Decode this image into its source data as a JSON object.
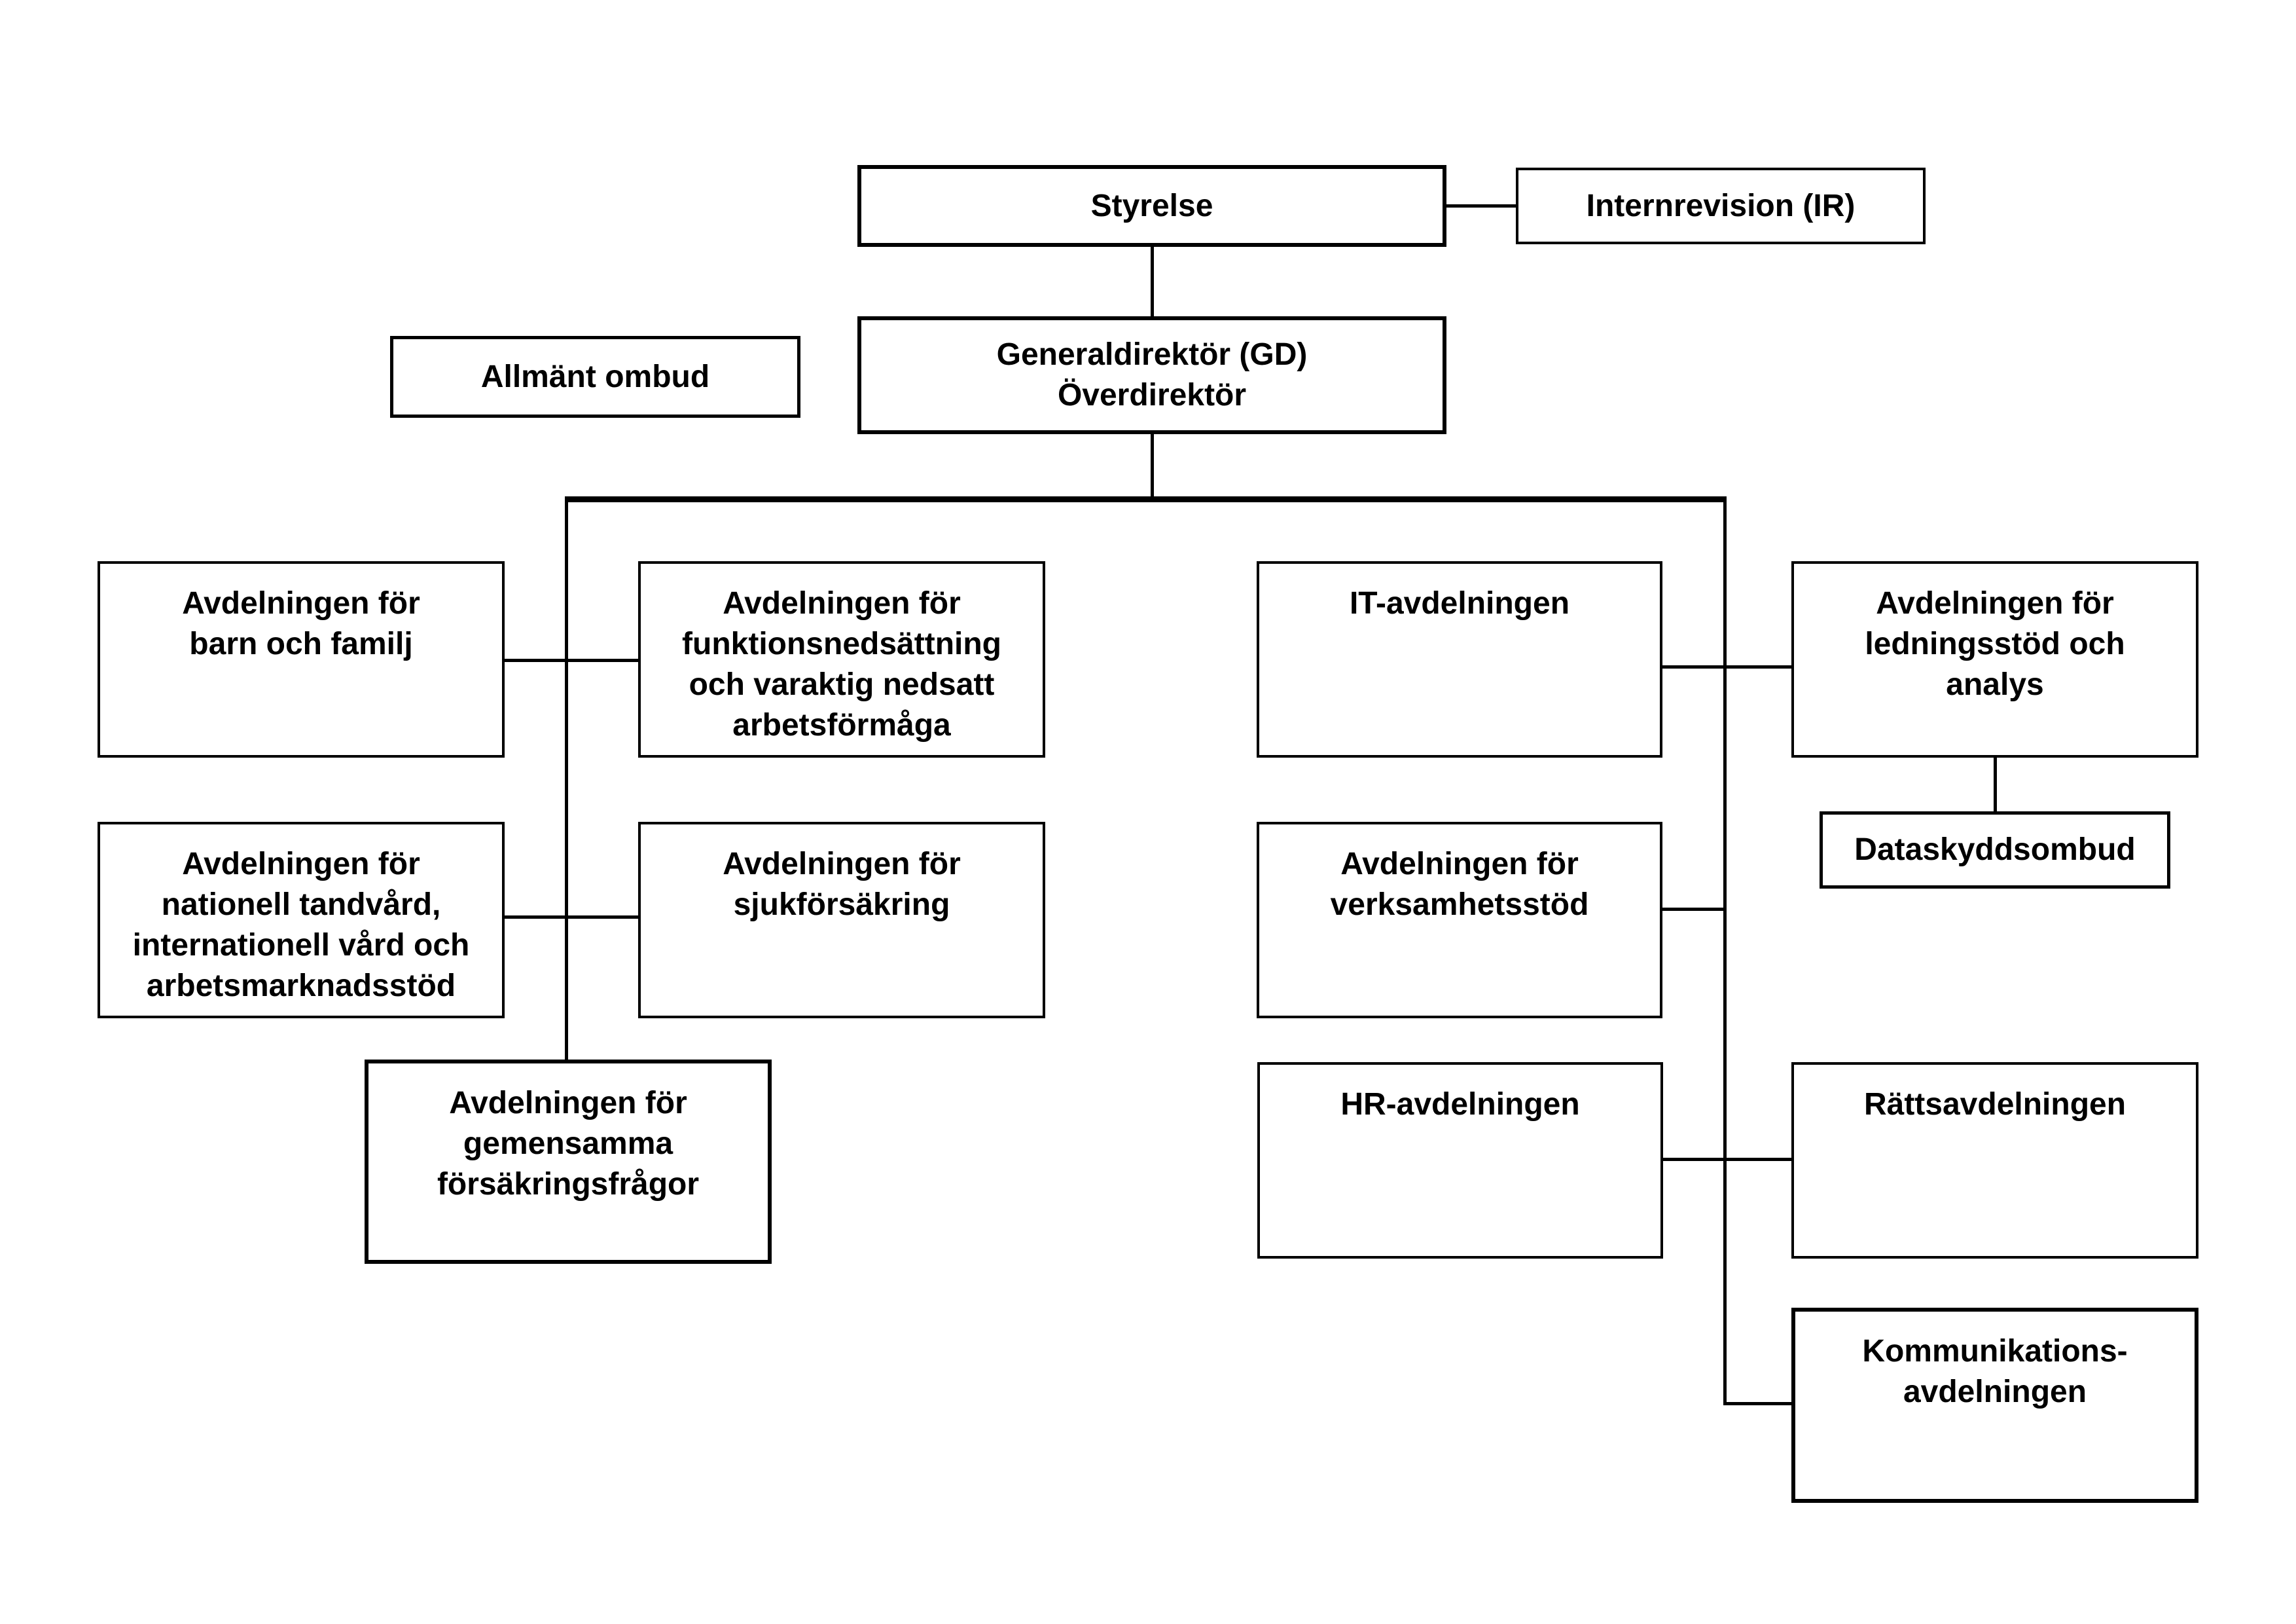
{
  "org_chart": {
    "boxes": {
      "styrelse": "Styrelse",
      "internrevision": "Internrevision (IR)",
      "generaldirektor": "Generaldirektör (GD)\nÖverdirektör",
      "allmant_ombud": "Allmänt ombud",
      "barn_och_familj": "Avdelningen för\nbarn och familj",
      "funktionsnedsattning": "Avdelningen för\nfunktionsnedsättning\noch varaktig nedsatt\narbetsförmåga",
      "nationell_tandvard": "Avdelningen för\nnationell tandvård,\ninternationell vård och\narbetsmarknadsstöd",
      "sjukforsakring": "Avdelningen för\nsjukförsäkring",
      "gemensamma_forsakringsfragor": "Avdelningen för\ngemensamma\nförsäkringsfrågor",
      "it_avdelningen": "IT-avdelningen",
      "verksamhetsstod": "Avdelningen för\nverksamhetsstöd",
      "hr_avdelningen": "HR-avdelningen",
      "ledningsstod_och_analys": "Avdelningen för\nledningsstöd och\nanalys",
      "dataskyddsombud": "Dataskyddsombud",
      "rattsavdelningen": "Rättsavdelningen",
      "kommunikationsavdelningen": "Kommunikations-\navdelningen"
    },
    "colors": {
      "line": "#000000",
      "text": "#000000",
      "background": "#ffffff"
    }
  }
}
